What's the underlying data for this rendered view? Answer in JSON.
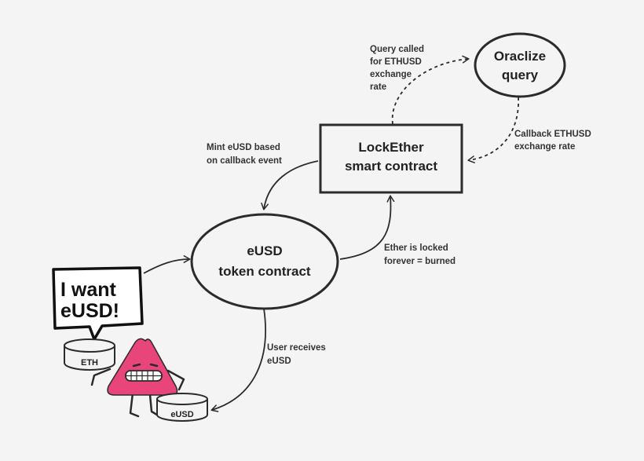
{
  "nodes": {
    "oracle": {
      "lines": [
        "Oraclize",
        "query"
      ]
    },
    "lockether": {
      "lines": [
        "LockEther",
        "smart contract"
      ]
    },
    "eusd_contract": {
      "lines": [
        "eUSD",
        "token contract"
      ]
    }
  },
  "edge_labels": {
    "query_called": [
      "Query called",
      "for ETHUSD",
      "exchange",
      "rate"
    ],
    "callback": [
      "Callback ETHUSD",
      "exchange rate"
    ],
    "mint": [
      "Mint eUSD based",
      "on callback event"
    ],
    "ether_locked": [
      "Ether is locked",
      "forever = burned"
    ],
    "user_receives": [
      "User receives",
      "eUSD"
    ]
  },
  "speech_bubble": {
    "lines": [
      "I want",
      "eUSD!"
    ]
  },
  "coins": {
    "eth": "ETH",
    "eusd": "eUSD"
  },
  "colors": {
    "character": "#e8457a",
    "stroke": "#2b2b2b",
    "background": "#f4f4f4"
  }
}
